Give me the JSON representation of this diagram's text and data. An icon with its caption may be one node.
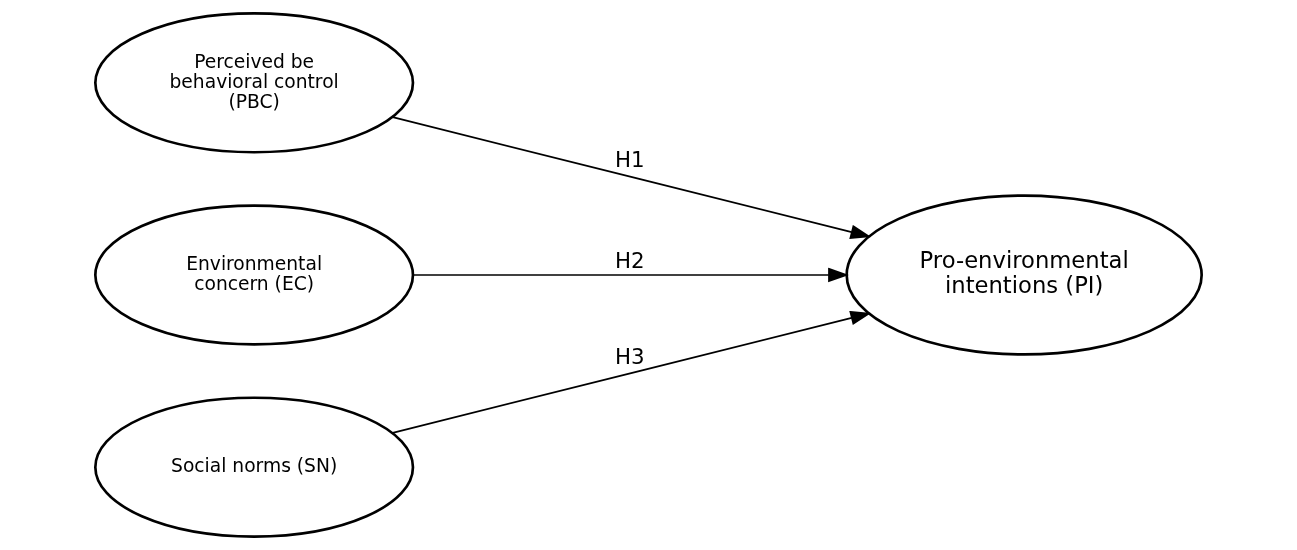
{
  "diagram": {
    "nodes": [
      {
        "text": [
          "Perceived be behavioral control (PBC)"
        ]
      },
      {
        "text": [
          "Environmental concern (EC)"
        ]
      },
      {
        "text": [
          "Social norms (SN)"
        ]
      },
      {
        "text": [
          "Pro-environmental intentions (PI)"
        ]
      }
    ],
    "edges": [
      {
        "from": 0,
        "to": 3,
        "arrow": "to",
        "label": "H1"
      },
      {
        "from": 1,
        "to": 3,
        "arrow": "to",
        "label": "H2"
      },
      {
        "from": 2,
        "to": 3,
        "arrow": "to",
        "label": "H3"
      }
    ]
  }
}
